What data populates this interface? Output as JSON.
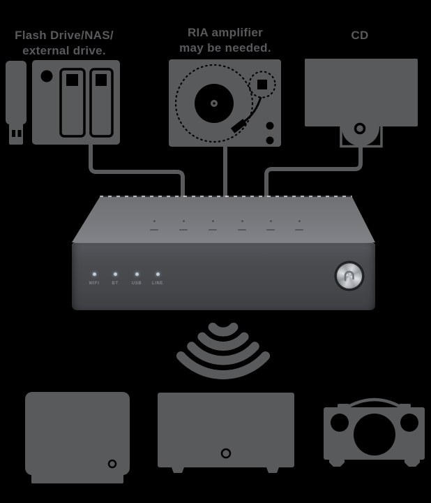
{
  "colors": {
    "background": "#000000",
    "icon_gray": "#595a5c",
    "label_text": "#58595b",
    "device_top": "#7a7b7f",
    "device_front": "#47494d",
    "knob_metal": "#c9cdd2",
    "led_dot": "#c3cad6",
    "led_label_text": "#82868d"
  },
  "sources": [
    {
      "name": "flash-drive-nas",
      "icons": [
        "usb-flash-drive-icon",
        "nas-icon"
      ],
      "label_line1": "Flash Drive/NAS/",
      "label_line2": "external drive."
    },
    {
      "name": "turntable",
      "icons": [
        "turntable-icon"
      ],
      "label_line1": "RIA amplifier",
      "label_line2": "may be needed."
    },
    {
      "name": "cd",
      "icons": [
        "cd-player-icon"
      ],
      "label_line1": "CD",
      "label_line2": ""
    }
  ],
  "streamer": {
    "indicators": [
      "WIFI",
      "BT",
      "USB",
      "LINE"
    ],
    "top_control_count": 6,
    "knob_icon": "brand-arch-logo-icon"
  },
  "wireless": {
    "icon": "wifi-signal-down-icon",
    "arc_count": 4
  },
  "speakers": [
    {
      "name": "bookshelf-speaker"
    },
    {
      "name": "compact-speaker"
    },
    {
      "name": "portable-speaker-with-handle"
    }
  ]
}
